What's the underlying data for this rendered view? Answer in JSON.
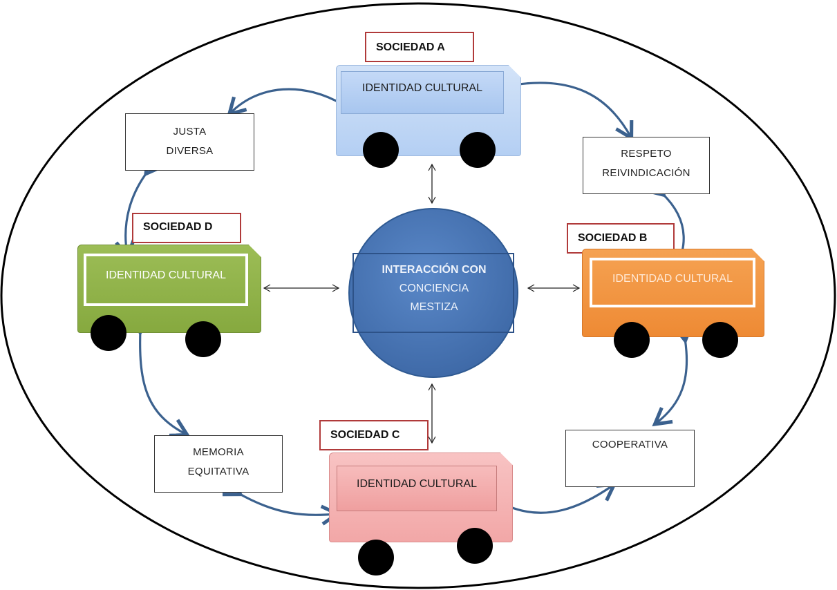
{
  "center": {
    "line1": "INTERACCIÓN CON",
    "line2": "CONCIENCIA",
    "line3": "MESTIZA"
  },
  "societies": {
    "a": {
      "label": "SOCIEDAD A",
      "inner": "IDENTIDAD CULTURAL",
      "color": "#bcd5f5"
    },
    "b": {
      "label": "SOCIEDAD B",
      "inner": "IDENTIDAD CULTURAL",
      "color": "#f0953e"
    },
    "c": {
      "label": "SOCIEDAD C",
      "inner": "IDENTIDAD CULTURAL",
      "color": "#f6b4b4"
    },
    "d": {
      "label": "SOCIEDAD D",
      "inner": "IDENTIDAD CULTURAL",
      "color": "#8db048"
    }
  },
  "values": {
    "ad": {
      "line1": "JUSTA",
      "line2": "DIVERSA"
    },
    "ab": {
      "line1": "RESPETO",
      "line2": "REIVINDICACIÓN"
    },
    "dc": {
      "line1": "MEMORIA",
      "line2": "EQUITATIVA"
    },
    "bc": {
      "line1": "COOPERATIVA"
    }
  },
  "colors": {
    "center_fill": "#4f7cbd",
    "curved_arrow": "#3b618e",
    "label_border": "#b03a3a"
  }
}
